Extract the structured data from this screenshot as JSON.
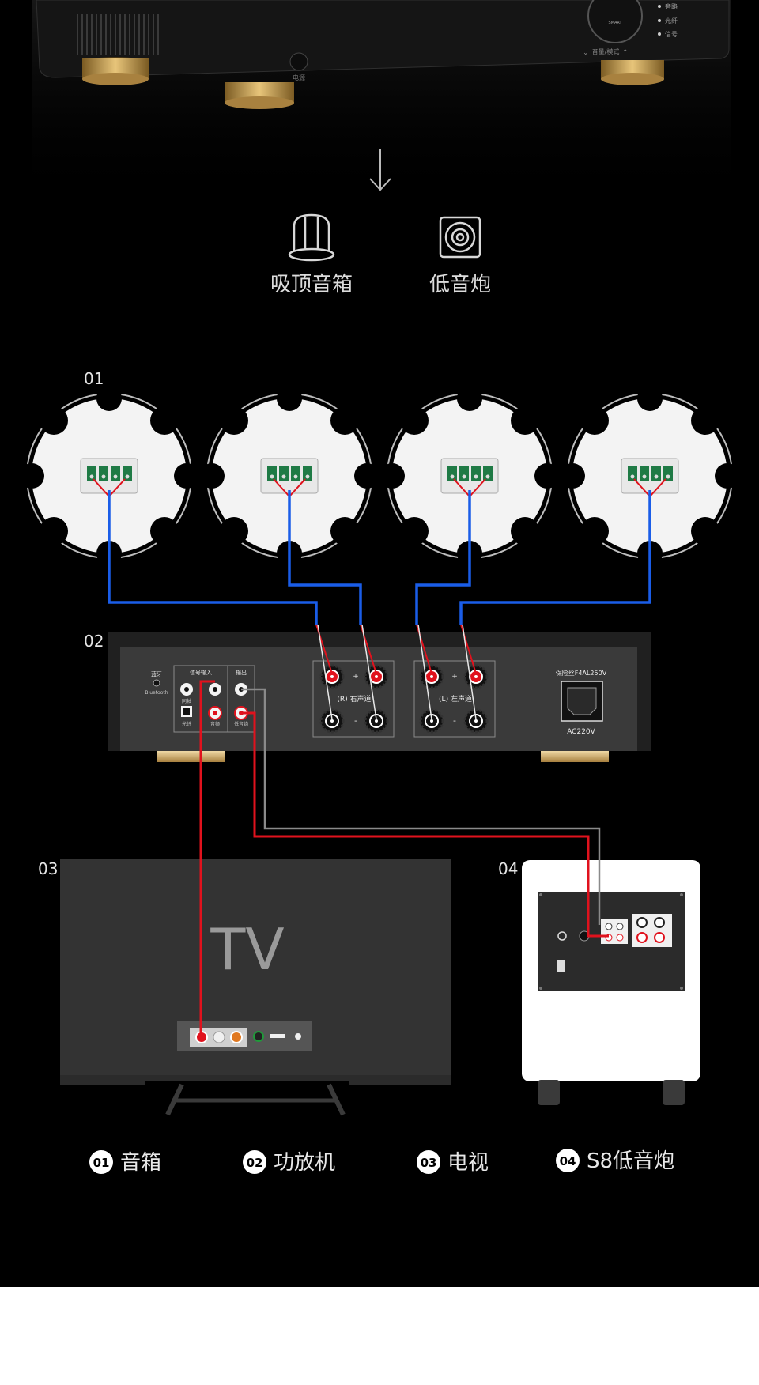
{
  "header": {
    "amp_controls": [
      "旁路",
      "光纤",
      "信号"
    ],
    "amp_mode_label": "音量/模式",
    "amp_knob_label": "SMART",
    "amp_power_label": "电源"
  },
  "outputs": [
    {
      "icon": "ceiling-speaker-icon",
      "label": "吸顶音箱"
    },
    {
      "icon": "subwoofer-icon",
      "label": "低音炮"
    }
  ],
  "sections": {
    "speakers_number": "01",
    "amplifier_number": "02",
    "tv_number": "03",
    "subwoofer_number": "04"
  },
  "amplifier": {
    "bluetooth_cn": "蓝牙",
    "bluetooth_en": "Bluetooth",
    "input_title": "信号输入",
    "input_coax": "同轴",
    "input_optical": "光纤",
    "input_audio": "音频",
    "output_title": "输出",
    "output_sub": "低音炮",
    "right_channel": "(R) 右声道",
    "left_channel": "(L) 左声道",
    "plus": "+",
    "minus": "-",
    "fuse": "保险丝F4AL250V",
    "ac": "AC220V"
  },
  "tv": {
    "label": "TV"
  },
  "legend": [
    {
      "num": "01",
      "label": "音箱"
    },
    {
      "num": "02",
      "label": "功放机"
    },
    {
      "num": "03",
      "label": "电视"
    },
    {
      "num": "04",
      "label": "S8低音炮"
    }
  ],
  "colors": {
    "speaker_wire": "#1a5de8",
    "signal_wire": "#e0121d",
    "sub_wire": "#8a8a8a",
    "terminal": "#1f7a45",
    "gold": "#c9a055"
  }
}
